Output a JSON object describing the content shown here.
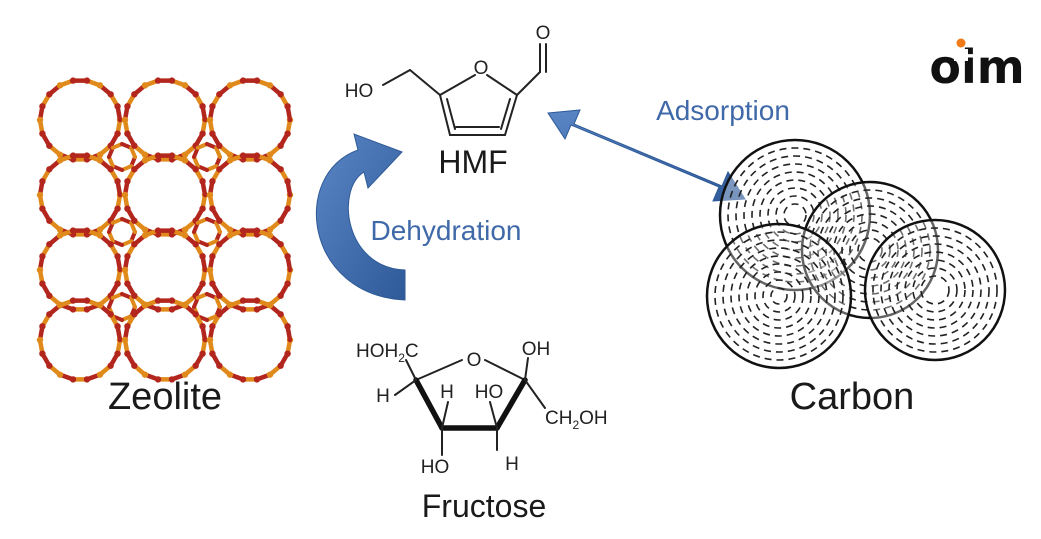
{
  "logo": {
    "text": "oim",
    "dot_color": "#f07a1a"
  },
  "materials": {
    "zeolite": "Zeolite",
    "carbon": "Carbon"
  },
  "molecules": {
    "hmf": {
      "name": "HMF",
      "hydroxyl": "HO",
      "ring_oxygen": "O",
      "aldehyde_oxygen": "O"
    },
    "fructose": {
      "name": "Fructose",
      "hoh2c": "HOH",
      "hoh2c_sub": "2",
      "hoh2c_tail": "C",
      "ring_oxygen": "O",
      "oh_top": "OH",
      "h_left": "H",
      "h_inner": "H",
      "ho_inner": "HO",
      "ch2oh": "CH",
      "ch2oh_sub": "2",
      "ch2oh_tail": "OH",
      "ho_bottom": "HO",
      "h_bottom": "H"
    }
  },
  "processes": {
    "dehydration": "Dehydration",
    "adsorption": "Adsorption"
  },
  "colors": {
    "arrow_blue": "#3f69a8",
    "zeolite_red": "#b3261e",
    "zeolite_orange": "#e08a1c",
    "process_text": "#3f69a8"
  }
}
